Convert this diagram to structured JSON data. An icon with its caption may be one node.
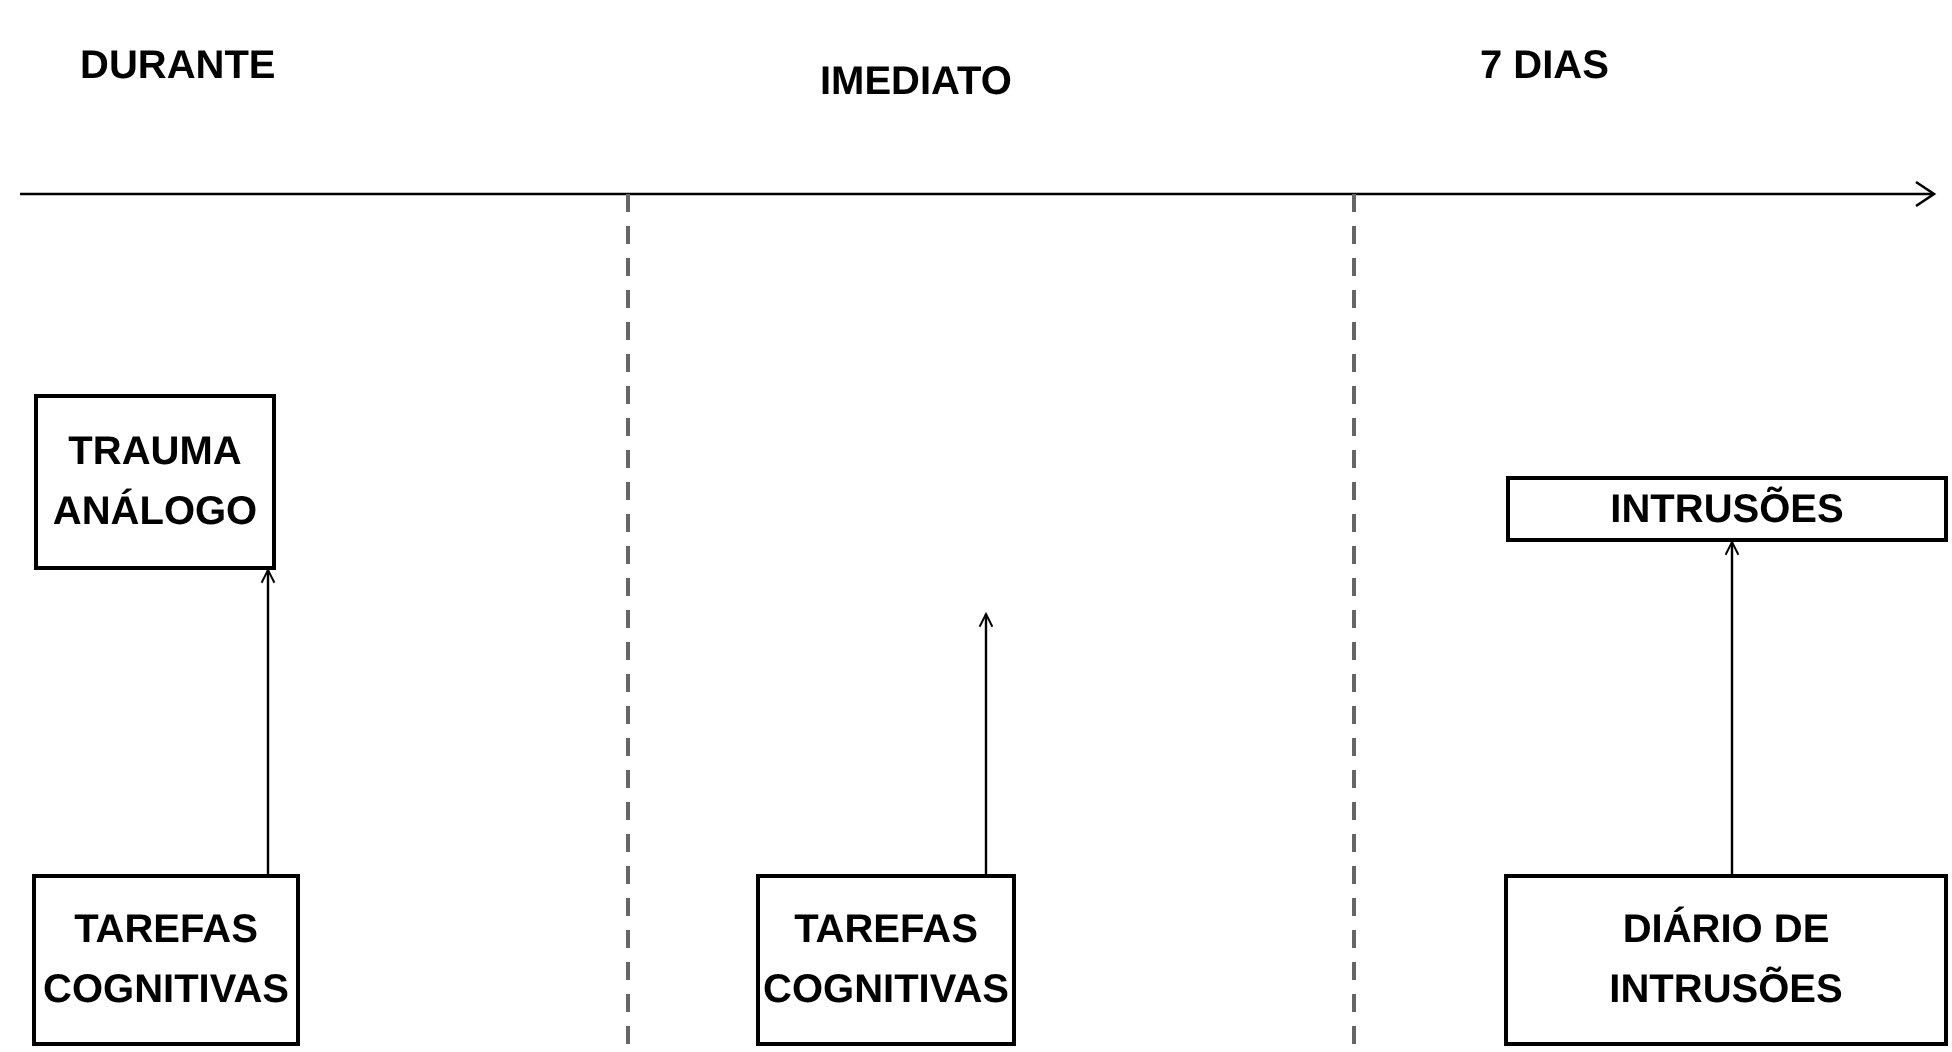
{
  "diagram": {
    "nodes": [
      {
        "text": [
          "TRAUMA ANÁLOGO"
        ]
      },
      {
        "text": [
          "INTRUSÕES"
        ]
      },
      {
        "text": [
          "TAREFAS COGNITIVAS"
        ]
      },
      {
        "text": [
          "TAREFAS COGNITIVAS"
        ]
      },
      {
        "text": [
          "DIÁRIO DE INTRUSÕES"
        ]
      }
    ],
    "edges": [
      {
        "from": 2,
        "to": 0,
        "arrow": "to"
      },
      {
        "from": 3,
        "to": null,
        "arrow": "to"
      },
      {
        "from": 4,
        "to": 1,
        "arrow": "to"
      }
    ],
    "labels": [
      "DURANTE",
      "IMEDIATO",
      "7 DIAS"
    ]
  }
}
